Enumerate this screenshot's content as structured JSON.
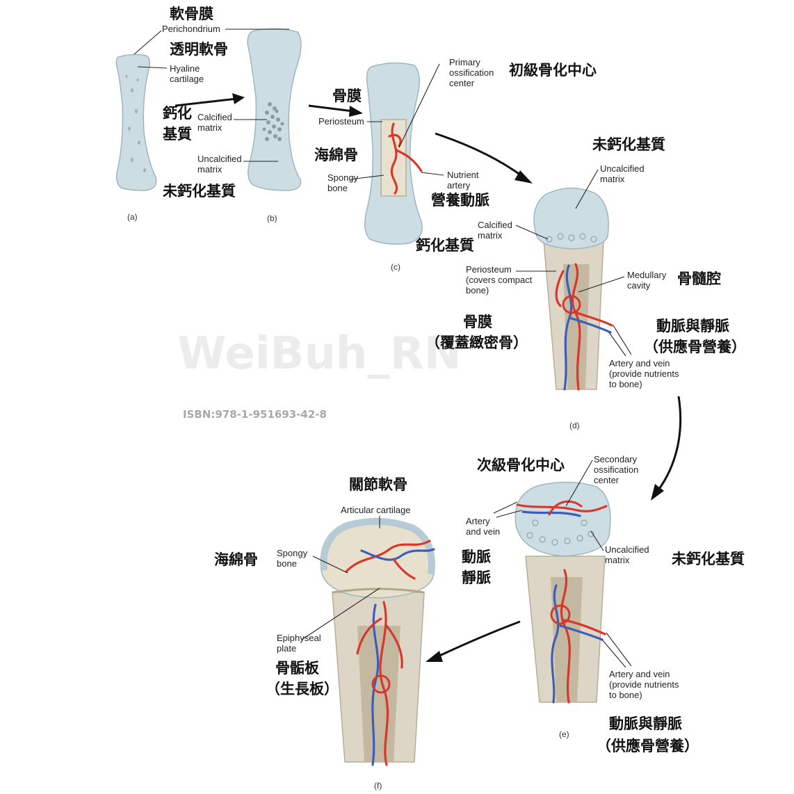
{
  "watermark": "WeiBuh_RN",
  "isbn": "ISBN:978-1-951693-42-8",
  "panels": {
    "a": {
      "caption": "(a)",
      "labels": {
        "perichondrium": "Perichondrium",
        "hyaline": [
          "Hyaline",
          "cartilage"
        ]
      },
      "zh": {
        "perichondrium": "軟骨膜",
        "hyaline": "透明軟骨"
      }
    },
    "b": {
      "caption": "(b)",
      "labels": {
        "calcified": [
          "Calcified",
          "matrix"
        ],
        "uncalcified": [
          "Uncalcified",
          "matrix"
        ]
      },
      "zh": {
        "calcified": [
          "鈣化",
          "基質"
        ],
        "uncalcified": "未鈣化基質"
      }
    },
    "c": {
      "caption": "(c)",
      "labels": {
        "primary": [
          "Primary",
          "ossification",
          "center"
        ],
        "periosteum": "Periosteum",
        "spongy": [
          "Spongy",
          "bone"
        ],
        "nutrient": [
          "Nutrient",
          "artery"
        ]
      },
      "zh": {
        "primary": "初級骨化中心",
        "periosteum": "骨膜",
        "spongy": "海綿骨",
        "nutrient": "營養動脈",
        "calcified": "鈣化基質"
      }
    },
    "d": {
      "caption": "(d)",
      "labels": {
        "uncalcified": [
          "Uncalcified",
          "matrix"
        ],
        "calcified": [
          "Calcified",
          "matrix"
        ],
        "periosteum": [
          "Periosteum",
          "(covers compact",
          "bone)"
        ],
        "medullary": [
          "Medullary",
          "cavity"
        ],
        "artery_vein": [
          "Artery and vein",
          "(provide nutrients",
          "to bone)"
        ]
      },
      "zh": {
        "uncalcified": "未鈣化基質",
        "medullary": "骨髓腔",
        "periosteum": [
          "骨膜",
          "（覆蓋緻密骨）"
        ],
        "artery_vein": [
          "動脈與靜脈",
          "（供應骨營養）"
        ]
      }
    },
    "e": {
      "caption": "(e)",
      "labels": {
        "secondary": [
          "Secondary",
          "ossification",
          "center"
        ],
        "artery_vein_top": [
          "Artery",
          "and vein"
        ],
        "uncalcified": [
          "Uncalcified",
          "matrix"
        ],
        "artery_vein": [
          "Artery and vein",
          "(provide nutrients",
          "to bone)"
        ]
      },
      "zh": {
        "secondary": "次級骨化中心",
        "uncalcified": "未鈣化基質",
        "artery": "動脈",
        "vein": "靜脈",
        "artery_vein": [
          "動脈與靜脈",
          "（供應骨營養）"
        ]
      }
    },
    "f": {
      "caption": "(f)",
      "labels": {
        "articular": "Articular cartilage",
        "spongy": [
          "Spongy",
          "bone"
        ],
        "epiphyseal": [
          "Epiphyseal",
          "plate"
        ]
      },
      "zh": {
        "articular": "關節軟骨",
        "spongy": "海綿骨",
        "epiphyseal": [
          "骨骺板",
          "（生長板）"
        ]
      }
    }
  },
  "colors": {
    "cartilage": "#cddde4",
    "bone": "#ddd6c6",
    "artery": "#d8382c",
    "vein": "#3a5fb8"
  }
}
